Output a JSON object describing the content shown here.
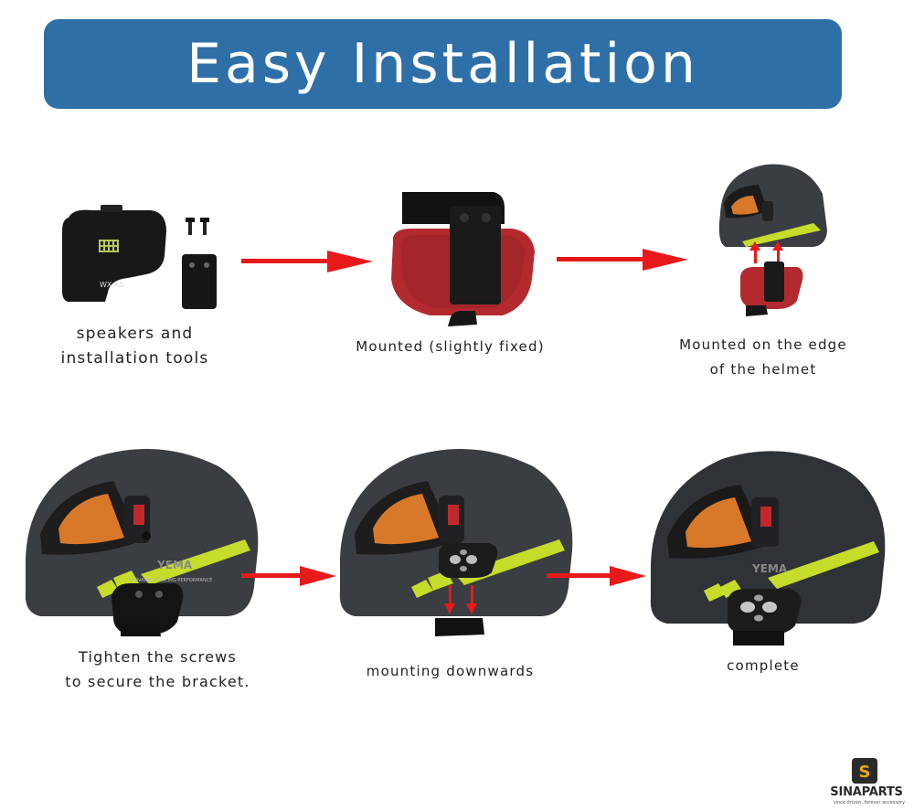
{
  "banner": {
    "title": "Easy Installation"
  },
  "steps": {
    "s1": {
      "line1": "speakers and",
      "line2": "installation tools"
    },
    "s2": {
      "line1": "Mounted (slightly fixed)"
    },
    "s3": {
      "line1": "Mounted on the edge",
      "line2": "of the helmet"
    },
    "s4": {
      "line1": "Tighten the screws",
      "line2": "to secure the bracket."
    },
    "s5": {
      "line1": "mounting downwards"
    },
    "s6": {
      "line1": "complete"
    }
  },
  "product": {
    "model_label": "WX-R5",
    "helmet_graphic_text": "ADVANCED RACING PERFORMANCE",
    "helmet_logo": "YEMA"
  },
  "brand": {
    "icon_letter": "S",
    "name": "SINAPARTS",
    "tagline": "since driven, forever accessory"
  },
  "colors": {
    "banner": "#2f6fa7",
    "arrow": "#e8191b",
    "helmet": "#3a3d42",
    "stripe": "#c5dc2a",
    "visor_inner": "#d8792a",
    "bracket_red": "#b32a2e"
  }
}
